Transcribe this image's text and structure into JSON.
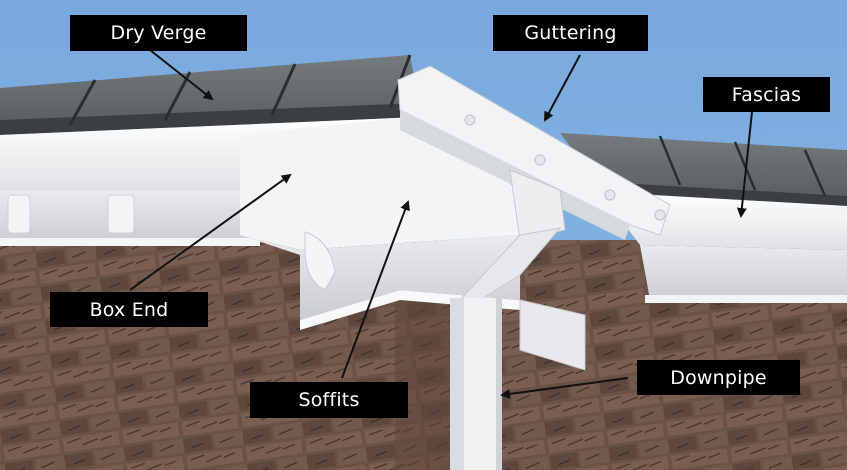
{
  "diagram": {
    "subject": "Roofline components on a brick house corner",
    "labels": [
      {
        "id": "dry-verge",
        "text": "Dry Verge"
      },
      {
        "id": "guttering",
        "text": "Guttering"
      },
      {
        "id": "fascias",
        "text": "Fascias"
      },
      {
        "id": "box-end",
        "text": "Box End"
      },
      {
        "id": "soffits",
        "text": "Soffits"
      },
      {
        "id": "downpipe",
        "text": "Downpipe"
      }
    ],
    "colors": {
      "sky": "#7eaee0",
      "roof_tiles": "#5f6467",
      "pvc_white": "#eef0f2",
      "brick": "#6e5549",
      "label_bg": "#000000",
      "label_text": "#ffffff",
      "arrow": "#111111"
    }
  }
}
